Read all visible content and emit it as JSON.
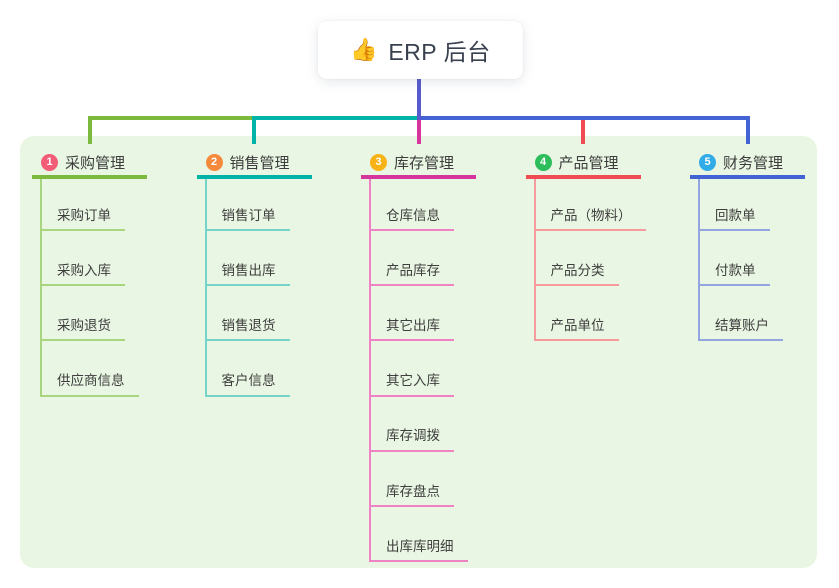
{
  "root": {
    "icon": "👍",
    "title": "ERP 后台"
  },
  "colors": {
    "page_bg": "#FFFFFF",
    "panel_bg": "#E9F6E3",
    "root_line": "#585BCE",
    "root_text": "#39404E",
    "header_text": "#3C3C3C",
    "child_text": "#3E3E3E"
  },
  "branches": [
    {
      "badge": "1",
      "badge_color": "#F25C77",
      "line_color": "#7CB93F",
      "child_line_color": "#A8D57D",
      "label": "采购管理",
      "children": [
        "采购订单",
        "采购入库",
        "采购退货",
        "供应商信息"
      ]
    },
    {
      "badge": "2",
      "badge_color": "#F68A3C",
      "line_color": "#00B3A9",
      "child_line_color": "#76D3C9",
      "label": "销售管理",
      "children": [
        "销售订单",
        "销售出库",
        "销售退货",
        "客户信息"
      ]
    },
    {
      "badge": "3",
      "badge_color": "#F7B216",
      "line_color": "#D6359B",
      "child_line_color": "#EF82C2",
      "label": "库存管理",
      "children": [
        "仓库信息",
        "产品库存",
        "其它出库",
        "其它入库",
        "库存调拨",
        "库存盘点",
        "出库库明细"
      ]
    },
    {
      "badge": "4",
      "badge_color": "#2EBD5B",
      "line_color": "#F04B52",
      "child_line_color": "#F59B9E",
      "label": "产品管理",
      "children": [
        "产品（物料）",
        "产品分类",
        "产品单位"
      ]
    },
    {
      "badge": "5",
      "badge_color": "#31ACE9",
      "line_color": "#4363D5",
      "child_line_color": "#93A5DE",
      "label": "财务管理",
      "children": [
        "回款单",
        "付款单",
        "结算账户"
      ]
    }
  ]
}
